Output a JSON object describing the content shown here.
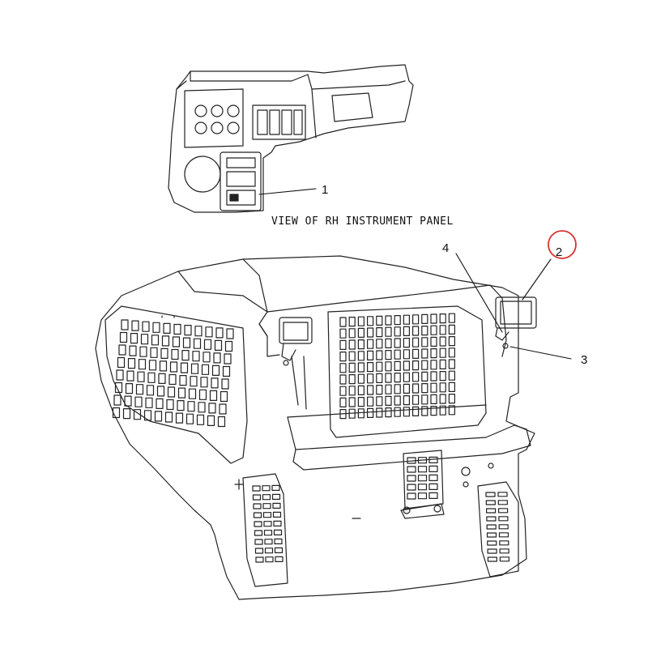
{
  "figure": {
    "panel_caption": "VIEW OF RH INSTRUMENT PANEL",
    "highlight_color": "#d9322e",
    "line_color": "#111111",
    "callouts": [
      {
        "id": "1",
        "label": "1",
        "highlighted": false
      },
      {
        "id": "2",
        "label": "2",
        "highlighted": true
      },
      {
        "id": "3",
        "label": "3",
        "highlighted": false
      },
      {
        "id": "4",
        "label": "4",
        "highlighted": false
      }
    ]
  }
}
